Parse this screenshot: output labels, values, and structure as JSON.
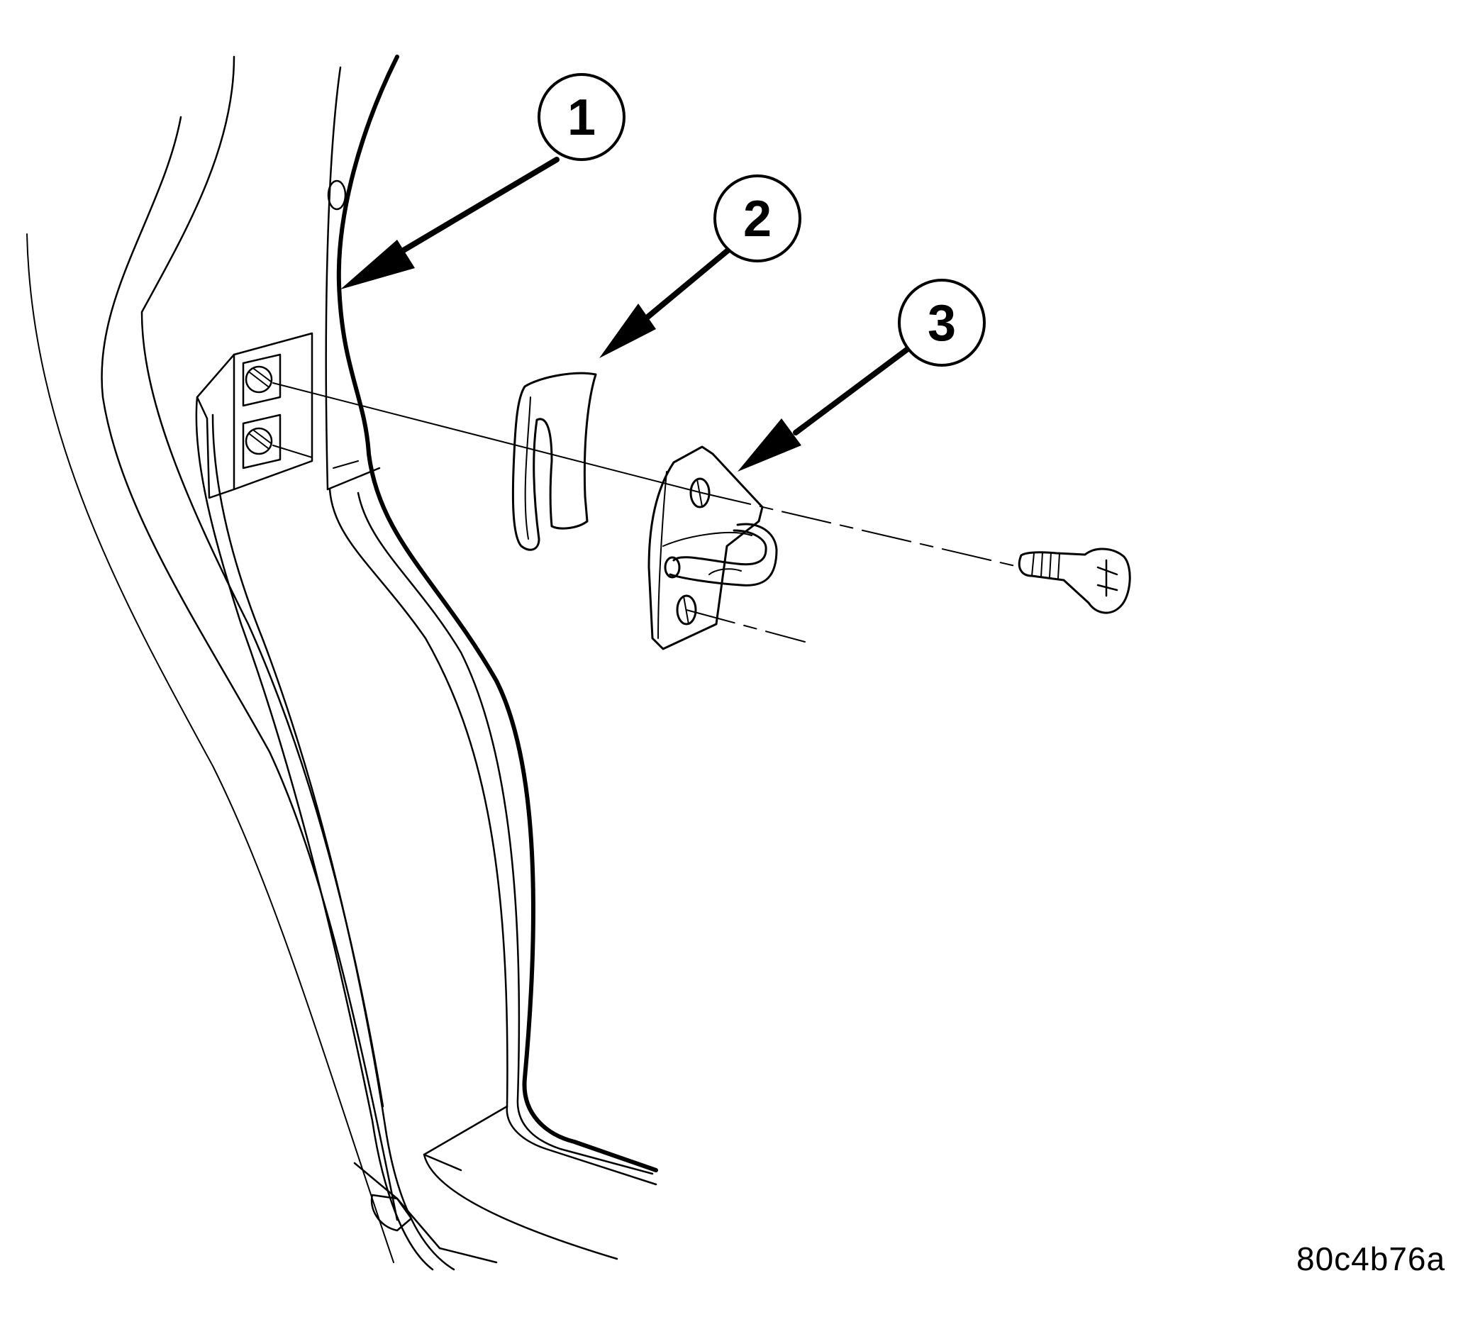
{
  "callouts": [
    {
      "number": "1",
      "part": "door-opening-pillar"
    },
    {
      "number": "2",
      "part": "striker-spacer"
    },
    {
      "number": "3",
      "part": "door-latch-striker"
    }
  ],
  "figure_id": "80c4b76a"
}
